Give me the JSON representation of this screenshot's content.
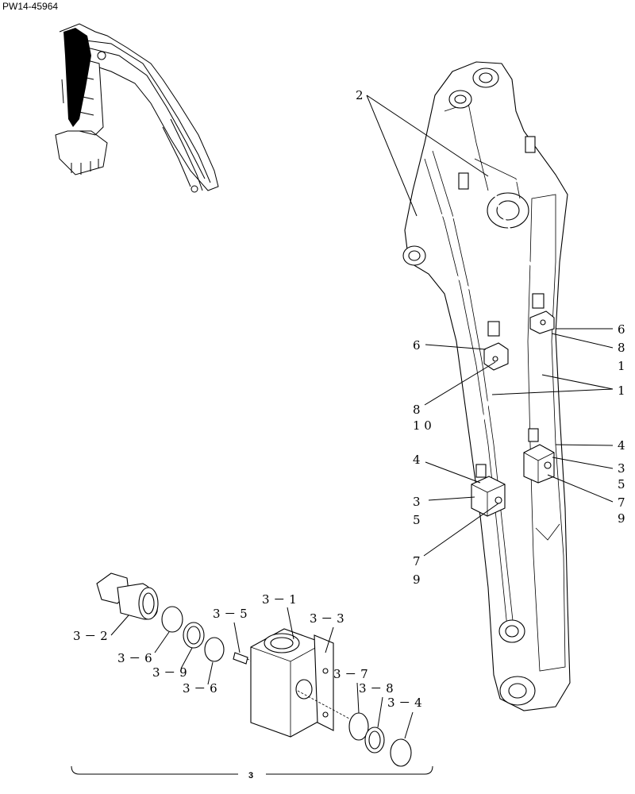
{
  "drawing_ref": "PW14-45964",
  "callouts": {
    "c2": "2",
    "c6a": "6",
    "c8a": "8",
    "c1a": "1",
    "c1b": "1",
    "c6b": "6",
    "c8b": "8",
    "c10": "1 0",
    "c4a": "4",
    "c35a": "3",
    "c5a": "5",
    "c7a": "7",
    "c9a": "9",
    "c4b": "4",
    "c35b": "3",
    "c5b": "5",
    "c7b": "7",
    "c9b": "9"
  },
  "detail_callouts": {
    "d31": "3 － 1",
    "d33": "3 － 3",
    "d35": "3 － 5",
    "d32": "3 － 2",
    "d36a": "3 － 6",
    "d39": "3 － 9",
    "d36b": "3 － 6",
    "d37": "3 － 7",
    "d38": "3 － 8",
    "d34": "3 － 4"
  },
  "brace_label": "3"
}
